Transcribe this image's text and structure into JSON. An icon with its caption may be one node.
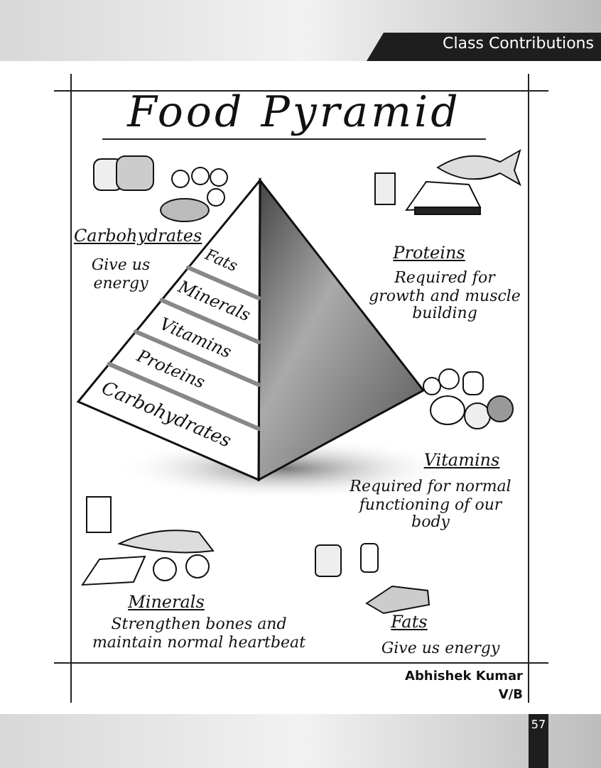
{
  "diagram": {
    "title": "Food Pyramid",
    "nodes": [
      {
        "text": [
          "Fats"
        ]
      },
      {
        "text": [
          "Minerals"
        ]
      },
      {
        "text": [
          "Vitamins"
        ]
      },
      {
        "text": [
          "Proteins"
        ]
      },
      {
        "text": [
          "Carbohydrates"
        ]
      }
    ],
    "labels": [
      "Class Contributions",
      "Carbohydrates",
      "Give us energy",
      "Proteins",
      "Required for growth and muscle building",
      "Vitamins",
      "Required for normal functioning of our body",
      "Minerals",
      "Strengthen bones and maintain normal heartbeat",
      "Fats",
      "Give us energy",
      "Abhishek Kumar",
      "V/B",
      "57"
    ]
  }
}
